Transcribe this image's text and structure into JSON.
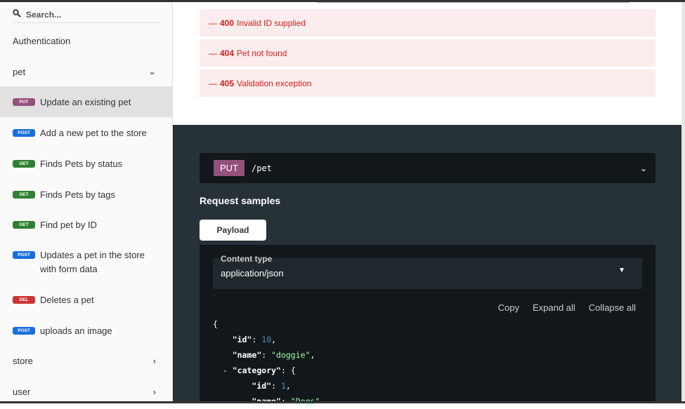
{
  "sidebar": {
    "search_placeholder": "Search...",
    "auth": "Authentication",
    "groups": {
      "pet": "pet",
      "store": "store",
      "user": "user"
    },
    "items": [
      {
        "method": "PUT",
        "label": "Update an existing pet",
        "color": "#95507c"
      },
      {
        "method": "POST",
        "label": "Add a new pet to the store",
        "color": "#186fdb"
      },
      {
        "method": "GET",
        "label": "Finds Pets by status",
        "color": "#2f8132"
      },
      {
        "method": "GET",
        "label": "Finds Pets by tags",
        "color": "#2f8132"
      },
      {
        "method": "GET",
        "label": "Find pet by ID",
        "color": "#2f8132"
      },
      {
        "method": "POST",
        "label": "Updates a pet in the store with form data",
        "color": "#186fdb"
      },
      {
        "method": "DEL",
        "label": "Deletes a pet",
        "color": "#cc3333"
      },
      {
        "method": "POST",
        "label": "uploads an image",
        "color": "#186fdb"
      }
    ]
  },
  "responses": [
    {
      "code": "400",
      "text": "Invalid ID supplied"
    },
    {
      "code": "404",
      "text": "Pet not found"
    },
    {
      "code": "405",
      "text": "Validation exception"
    }
  ],
  "operation": {
    "method": "PUT",
    "path": "/pet"
  },
  "samples": {
    "title": "Request samples",
    "tab": "Payload",
    "content_type_label": "Content type",
    "content_type": "application/json",
    "copy": "Copy",
    "expand": "Expand all",
    "collapse": "Collapse all"
  },
  "code": {
    "open": "{",
    "id_key": "\"id\"",
    "id_val": "10",
    "name_key": "\"name\"",
    "name_val": "\"doggie\"",
    "cat_key": "\"category\"",
    "cid_key": "\"id\"",
    "cid_val": "1",
    "cname_key": "\"name\"",
    "cname_val": "\"Dogs\""
  }
}
